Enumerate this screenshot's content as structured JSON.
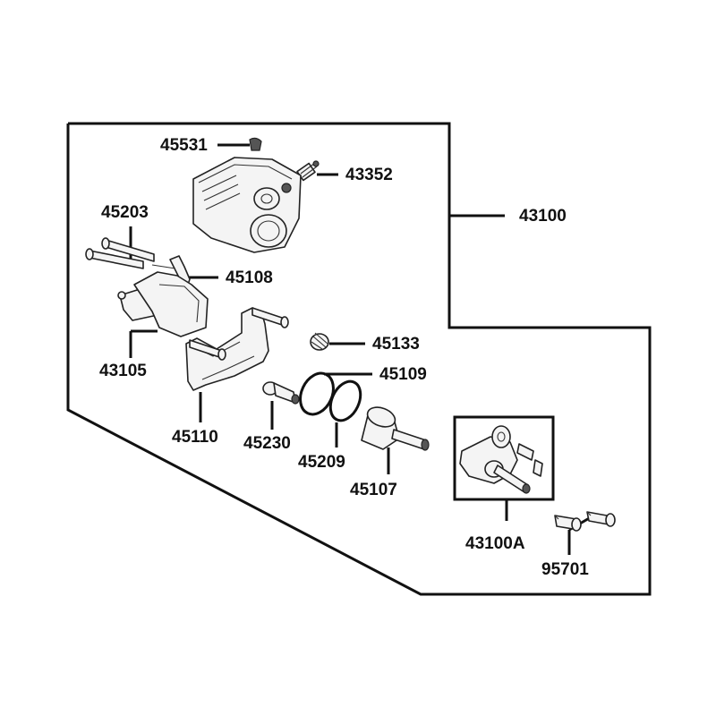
{
  "parts": {
    "p45531": "45531",
    "p43352": "43352",
    "p43100": "43100",
    "p45203": "45203",
    "p45108": "45108",
    "p43105": "43105",
    "p45133": "45133",
    "p45109": "45109",
    "p45110": "45110",
    "p45230": "45230",
    "p45209": "45209",
    "p45107": "45107",
    "p43100A": "43100A",
    "p95701": "95701"
  }
}
